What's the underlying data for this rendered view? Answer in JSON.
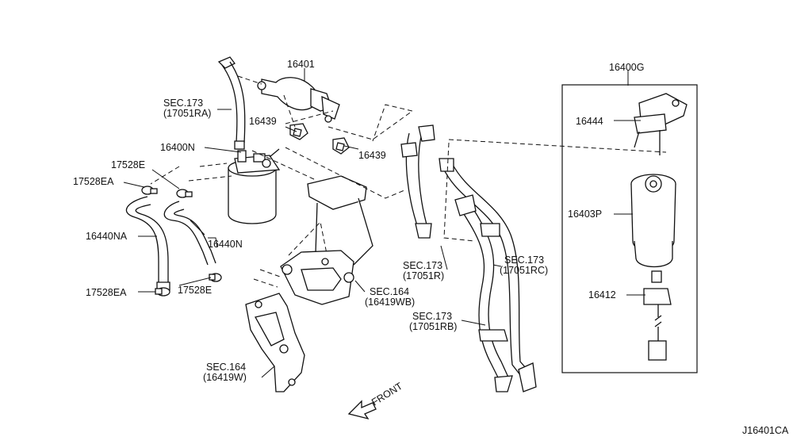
{
  "figure_id": "J16401CA",
  "front_marker": "FRONT",
  "callouts": {
    "p16401": "16401",
    "p16439_left": "16439",
    "p16439_right": "16439",
    "p16400N": "16400N",
    "p17528E_top": "17528E",
    "p17528EA_top": "17528EA",
    "p16440NA": "16440NA",
    "p16440N": "16440N",
    "p17528EA_bottom": "17528EA",
    "p17528E_bottom": "17528E",
    "p16400G": "16400G",
    "p16444": "16444",
    "p16403P": "16403P",
    "p16412": "16412"
  },
  "section_refs": {
    "sec173_RA": [
      "SEC.173",
      "(17051RA)"
    ],
    "sec164_WB": [
      "SEC.164",
      "(16419WB)"
    ],
    "sec173_R": [
      "SEC.173",
      "(17051R)"
    ],
    "sec173_RC": [
      "SEC.173",
      "(17051RC)"
    ],
    "sec173_RB": [
      "SEC.173",
      "(17051RB)"
    ],
    "sec164_W": [
      "SEC.164",
      "(16419W)"
    ]
  }
}
